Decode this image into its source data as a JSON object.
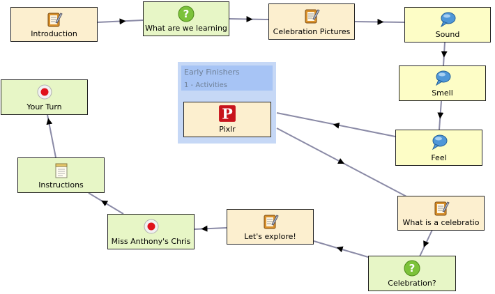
{
  "colors": {
    "edge": "#8a8aa6",
    "arrow": "#000000"
  },
  "group": {
    "title": "Early Finishers",
    "subtitle": "1 - Activities"
  },
  "nodes": {
    "introduction": {
      "label": "Introduction",
      "icon": "notepad-icon"
    },
    "what_learning": {
      "label": "What are we learning",
      "icon": "question-icon"
    },
    "celebration_pictures": {
      "label": "Celebration Pictures",
      "icon": "notepad-icon"
    },
    "sound": {
      "label": "Sound",
      "icon": "speech-bubble-icon"
    },
    "smell": {
      "label": "Smell",
      "icon": "speech-bubble-icon"
    },
    "feel": {
      "label": "Feel",
      "icon": "speech-bubble-icon"
    },
    "pixlr": {
      "label": "Pixlr",
      "icon": "pixlr-logo-icon",
      "logo_letter": "P"
    },
    "your_turn": {
      "label": "Your Turn",
      "icon": "record-icon"
    },
    "instructions": {
      "label": "Instructions",
      "icon": "notes-icon"
    },
    "what_is_celebration": {
      "label": "What is a celebratio",
      "icon": "notepad-icon"
    },
    "lets_explore": {
      "label": "Let's explore!",
      "icon": "notepad-icon"
    },
    "miss_anthony": {
      "label": "Miss Anthony's Chris",
      "icon": "record-icon"
    },
    "celebration_q": {
      "label": "Celebration?",
      "icon": "question-icon"
    }
  }
}
